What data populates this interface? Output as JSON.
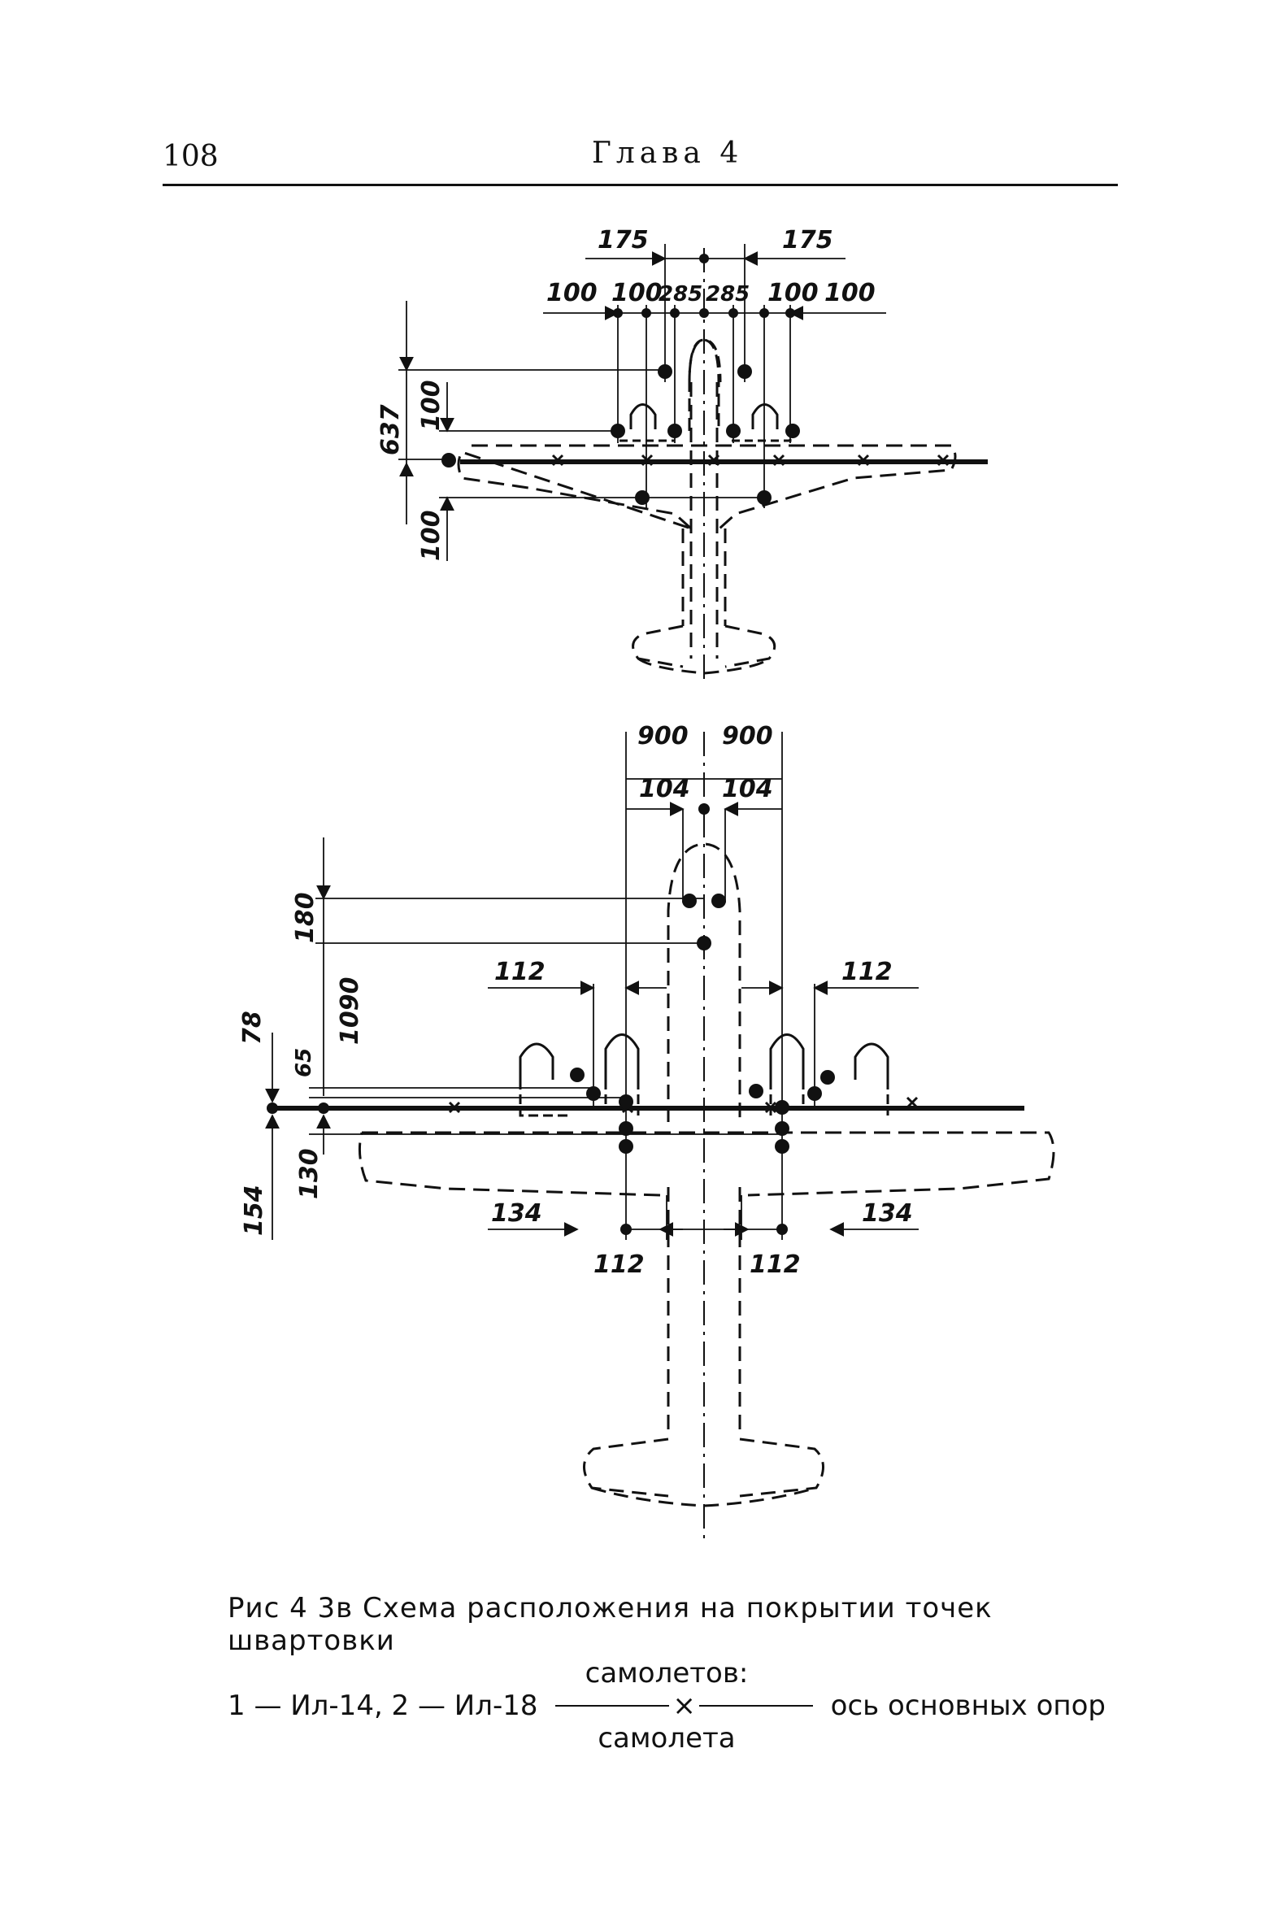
{
  "header": {
    "page_number": "108",
    "chapter": "Глава 4"
  },
  "figure1": {
    "dims": {
      "top_175_left": "175",
      "top_175_right": "175",
      "row_100_a": "100",
      "row_100_b": "100",
      "row_285_a": "285",
      "row_285_b": "285",
      "row_100_c": "100",
      "row_100_d": "100",
      "left_637": "637",
      "left_100_a": "100",
      "left_100_b": "100"
    }
  },
  "figure2": {
    "dims": {
      "top_900_left": "900",
      "top_900_right": "900",
      "top_104_left": "104",
      "top_104_right": "104",
      "left_180": "180",
      "left_1090": "1090",
      "left_78": "78",
      "left_65": "65",
      "left_130": "130",
      "left_154": "154",
      "mid_112_left": "112",
      "mid_112_right": "112",
      "bot_134_left": "134",
      "bot_134_right": "134",
      "bot_112_left": "112",
      "bot_112_right": "112"
    }
  },
  "caption": {
    "line1": "Рис  4 3в  Схема расположения на покрытии точек швартовки",
    "line2": "самолетов:",
    "line3_left": "1 — Ил-14,  2 — Ил-18",
    "legend_symbol": "×",
    "line3_right": "ось основных опор",
    "line4": "самолета"
  }
}
